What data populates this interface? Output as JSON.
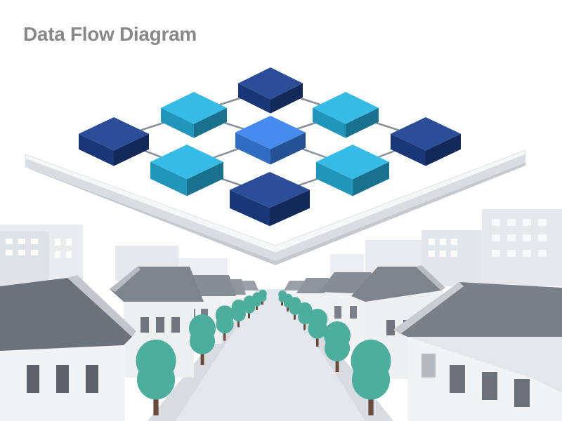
{
  "title": "Data Flow Diagram",
  "diagram": {
    "nodes": [
      {
        "id": "n-top",
        "shade": "navy"
      },
      {
        "id": "n-upper-left",
        "shade": "cyan"
      },
      {
        "id": "n-upper-right",
        "shade": "cyan"
      },
      {
        "id": "n-left",
        "shade": "navy"
      },
      {
        "id": "n-center",
        "shade": "blue"
      },
      {
        "id": "n-right",
        "shade": "navy"
      },
      {
        "id": "n-lower-left",
        "shade": "cyan"
      },
      {
        "id": "n-lower-right",
        "shade": "cyan"
      },
      {
        "id": "n-bottom",
        "shade": "navy"
      }
    ],
    "edges": [
      [
        "n-top",
        "n-upper-left"
      ],
      [
        "n-top",
        "n-upper-right"
      ],
      [
        "n-upper-left",
        "n-left"
      ],
      [
        "n-upper-left",
        "n-center"
      ],
      [
        "n-upper-right",
        "n-center"
      ],
      [
        "n-upper-right",
        "n-right"
      ],
      [
        "n-left",
        "n-lower-left"
      ],
      [
        "n-center",
        "n-lower-left"
      ],
      [
        "n-center",
        "n-lower-right"
      ],
      [
        "n-right",
        "n-lower-right"
      ],
      [
        "n-lower-left",
        "n-bottom"
      ],
      [
        "n-lower-right",
        "n-bottom"
      ]
    ]
  },
  "colors": {
    "navy": "#1e4290",
    "cyan": "#2ab7e3",
    "blue": "#3c84ee",
    "edge": "#8a8f96",
    "platform": "#f5f6f8",
    "title": "#888888"
  }
}
